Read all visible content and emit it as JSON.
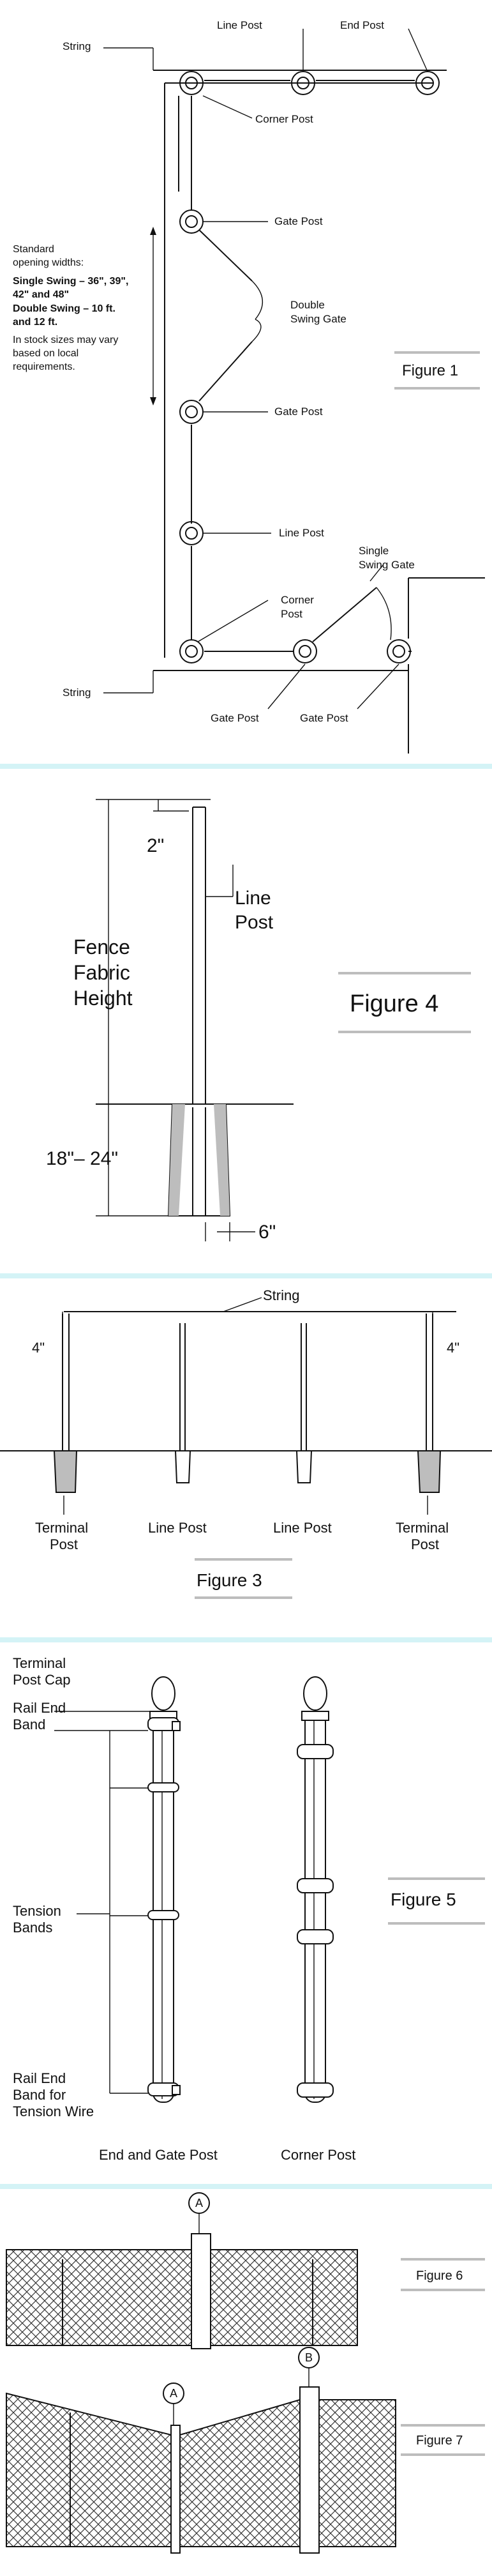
{
  "figure1": {
    "title": "Figure 1",
    "string_top": "String",
    "string_bottom": "String",
    "line_post_top": "Line Post",
    "end_post": "End Post",
    "corner_post_top": "Corner Post",
    "gate_post_1": "Gate Post",
    "gate_post_2": "Gate Post",
    "double_swing_gate": [
      "Double",
      "Swing Gate"
    ],
    "line_post_mid": "Line Post",
    "single_swing_gate": [
      "Single",
      "Swing Gate"
    ],
    "corner_post_bottom": [
      "Corner",
      "Post"
    ],
    "gate_post_bottom_1": "Gate Post",
    "gate_post_bottom_2": "Gate Post",
    "note_intro": [
      "Standard",
      "opening widths:"
    ],
    "note_single": [
      "Single Swing – 36\", 39\",",
      "42\" and 48\""
    ],
    "note_double": [
      "Double Swing – 10 ft.",
      "and 12 ft."
    ],
    "note_stock": [
      "In stock sizes may vary",
      "based on local",
      "requirements."
    ]
  },
  "figure4": {
    "title": "Figure 4",
    "top_dim": "2\"",
    "line_post": [
      "Line",
      "Post"
    ],
    "fabric_height": [
      "Fence",
      "Fabric",
      "Height"
    ],
    "depth": "18\"– 24\"",
    "width": "6\""
  },
  "figure3": {
    "title": "Figure 3",
    "string": "String",
    "left_dim": "4\"",
    "right_dim": "4\"",
    "terminal_left": [
      "Terminal",
      "Post"
    ],
    "line_post_1": "Line Post",
    "line_post_2": "Line Post",
    "terminal_right": [
      "Terminal",
      "Post"
    ]
  },
  "figure5": {
    "title": "Figure 5",
    "post_cap": [
      "Terminal",
      "Post Cap"
    ],
    "rail_end_band": [
      "Rail End",
      "Band"
    ],
    "tension_bands": [
      "Tension",
      "Bands"
    ],
    "rail_end_band_wire": [
      "Rail End",
      "Band for",
      "Tension Wire"
    ],
    "end_gate_post": "End and Gate Post",
    "corner_post": "Corner Post"
  },
  "figure6": {
    "title": "Figure 6",
    "marker": "A"
  },
  "figure7": {
    "title": "Figure 7",
    "marker_a": "A",
    "marker_b": "B"
  },
  "colors": {
    "divider": "#d4f3f6",
    "label_bar": "#bdbdbd",
    "ink": "#111111"
  }
}
